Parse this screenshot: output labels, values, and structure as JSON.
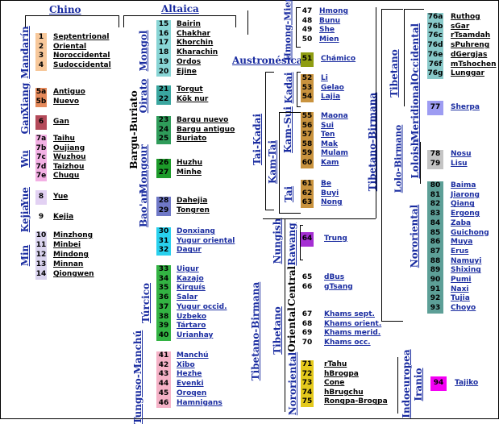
{
  "colors": {
    "link": "#1a2ca0",
    "black": "#000000",
    "mandarin": "#f7c89b",
    "xiang": "#e5895a",
    "gan": "#b44a5a",
    "wu": "#f3b0e4",
    "yue": "#e2d1f3",
    "kejia": "#ffffff",
    "min": "#d9d3ee",
    "mongol": "#88d5d5",
    "oirato": "#3aa69f",
    "buriato": "#2f9c5a",
    "mongour": "#1d9b2a",
    "bao_an": "#6f78c7",
    "turcico_top": "#29d1ee",
    "turcico": "#33b343",
    "tungus": "#f5b2c7",
    "chamico": "#8f9d12",
    "kadai": "#c9933e",
    "rawang": "#a52fd3",
    "tibetan_other": "#c9ec9c",
    "nororiental": "#e4c91c",
    "occidental": "#88c9c9",
    "meridional": "#9d9cf2",
    "loloish": "#c4c4c4",
    "nororiental_tb": "#5d9f97",
    "iranio": "#f400f4"
  },
  "groups": {
    "chino": "Chino",
    "altaica": "Altaica",
    "austronesica": "Austronésica",
    "mandarin": "Mandarín",
    "xiang": "Xiang",
    "gan": "Gan",
    "wu": "Wu",
    "yue": "Yue",
    "kejia": "Kejia",
    "min": "Min",
    "mongol": "Mongol",
    "oirato": "Oirato",
    "bargu_buriato": "Bargu-Buriato",
    "mongour": "Mongour",
    "bao_an": "Bao'an",
    "turcico": "Túrcico",
    "tungus": "Tunguso-Manchú",
    "hmong_mien": "Hmong-Mien",
    "tai_kadai": "Tai-Kadai",
    "kadai": "Kadai",
    "kam_sui": "Kam-Sui",
    "kam_tai": "Kam-Tai",
    "tai": "Tai",
    "tibetano_birmana_left": "Tibetano-Birmana",
    "tibetano_birmana_right": "Tibetano-Birmana",
    "nungish": "Nungish",
    "rawang": "Rawang",
    "tibetano": "Tibetano",
    "central": "Central",
    "oriental": "Oriental",
    "nororiental": "Nororiental",
    "tibetano2": "Tibetano",
    "occidental": "Occidental",
    "meridional": "Meridional",
    "lolo_birmano": "Lolo-Birmano",
    "loloish": "Loloish",
    "nororiental2": "Nororiental",
    "indoeuropea": "Indoeuropea",
    "iranio": "Iranio"
  },
  "items": [
    {
      "n": "1",
      "name": "Septentrional"
    },
    {
      "n": "2",
      "name": "Oriental"
    },
    {
      "n": "3",
      "name": "Noroccidental"
    },
    {
      "n": "4",
      "name": "Sudoccidental"
    },
    {
      "n": "5a",
      "name": "Antiguo"
    },
    {
      "n": "5b",
      "name": "Nuevo"
    },
    {
      "n": "6",
      "name": "Gan"
    },
    {
      "n": "7a",
      "name": "Taihu"
    },
    {
      "n": "7b",
      "name": "Oujiang"
    },
    {
      "n": "7c",
      "name": "Wuzhou"
    },
    {
      "n": "7d",
      "name": "Taizhou"
    },
    {
      "n": "7e",
      "name": "Chugu"
    },
    {
      "n": "8",
      "name": "Yue"
    },
    {
      "n": "9",
      "name": "Kejia"
    },
    {
      "n": "10",
      "name": "Minzhong"
    },
    {
      "n": "11",
      "name": "Minbei"
    },
    {
      "n": "12",
      "name": "Mindong"
    },
    {
      "n": "13",
      "name": "Minnan"
    },
    {
      "n": "14",
      "name": "Qiongwen"
    },
    {
      "n": "15",
      "name": "Bairin"
    },
    {
      "n": "16",
      "name": "Chakhar"
    },
    {
      "n": "17",
      "name": "Khorchin"
    },
    {
      "n": "18",
      "name": "Kharachin"
    },
    {
      "n": "19",
      "name": "Ordos"
    },
    {
      "n": "20",
      "name": "Ejine"
    },
    {
      "n": "21",
      "name": "Torgut"
    },
    {
      "n": "22",
      "name": "Kök nur"
    },
    {
      "n": "23",
      "name": "Bargu nuevo"
    },
    {
      "n": "24",
      "name": "Bargu antiguo"
    },
    {
      "n": "25",
      "name": "Buriato"
    },
    {
      "n": "26",
      "name": "Huzhu"
    },
    {
      "n": "27",
      "name": "Minhe"
    },
    {
      "n": "28",
      "name": "Dahejia"
    },
    {
      "n": "29",
      "name": "Tongren"
    },
    {
      "n": "30",
      "name": "Donxiang"
    },
    {
      "n": "31",
      "name": "Yugur oriental"
    },
    {
      "n": "32",
      "name": "Dagur"
    },
    {
      "n": "33",
      "name": "Uigur"
    },
    {
      "n": "34",
      "name": "Kazajo"
    },
    {
      "n": "35",
      "name": "Kirquís"
    },
    {
      "n": "36",
      "name": "Salar"
    },
    {
      "n": "37",
      "name": "Yugur occid."
    },
    {
      "n": "38",
      "name": "Uzbeko"
    },
    {
      "n": "39",
      "name": "Tártaro"
    },
    {
      "n": "40",
      "name": "Urianhay"
    },
    {
      "n": "41",
      "name": "Manchú"
    },
    {
      "n": "42",
      "name": "Xibo"
    },
    {
      "n": "43",
      "name": "Hezhe"
    },
    {
      "n": "44",
      "name": "Evenki"
    },
    {
      "n": "45",
      "name": "Oroqen"
    },
    {
      "n": "46",
      "name": "Hamnigans"
    },
    {
      "n": "47",
      "name": "Hmong"
    },
    {
      "n": "48",
      "name": "Bunu"
    },
    {
      "n": "49",
      "name": "She"
    },
    {
      "n": "50",
      "name": "Mien"
    },
    {
      "n": "51",
      "name": "Chámico"
    },
    {
      "n": "52",
      "name": "Li"
    },
    {
      "n": "53",
      "name": "Gelao"
    },
    {
      "n": "54",
      "name": "Lajia"
    },
    {
      "n": "55",
      "name": "Maona"
    },
    {
      "n": "56",
      "name": "Sui"
    },
    {
      "n": "57",
      "name": "Ten"
    },
    {
      "n": "58",
      "name": "Mak"
    },
    {
      "n": "59",
      "name": "Mulam"
    },
    {
      "n": "60",
      "name": "Kam"
    },
    {
      "n": "61",
      "name": "Be"
    },
    {
      "n": "62",
      "name": "Buyi"
    },
    {
      "n": "63",
      "name": "Nong"
    },
    {
      "n": "64",
      "name": "Trung"
    },
    {
      "n": "65",
      "name": "dBus"
    },
    {
      "n": "66",
      "name": "gTsang"
    },
    {
      "n": "67",
      "name": "Khams sept."
    },
    {
      "n": "68",
      "name": "Khams orient."
    },
    {
      "n": "69",
      "name": "Khams merid."
    },
    {
      "n": "70",
      "name": "Khams occ."
    },
    {
      "n": "71",
      "name": "rTahu"
    },
    {
      "n": "72",
      "name": "hBrogpa"
    },
    {
      "n": "73",
      "name": "Cone"
    },
    {
      "n": "74",
      "name": "hBrugchu"
    },
    {
      "n": "75",
      "name": "Rongpa-Brogpa"
    },
    {
      "n": "76a",
      "name": "Ruthog"
    },
    {
      "n": "76b",
      "name": "sGar"
    },
    {
      "n": "76c",
      "name": "rTsamdah"
    },
    {
      "n": "76d",
      "name": "sPuhreng"
    },
    {
      "n": "76e",
      "name": "dGergjas"
    },
    {
      "n": "76f",
      "name": "mTshochen"
    },
    {
      "n": "76g",
      "name": "Lunggar"
    },
    {
      "n": "77",
      "name": "Sherpa"
    },
    {
      "n": "78",
      "name": "Nosu"
    },
    {
      "n": "79",
      "name": "Lisu"
    },
    {
      "n": "80",
      "name": "Baima"
    },
    {
      "n": "81",
      "name": "Jiarong"
    },
    {
      "n": "82",
      "name": "Qiang"
    },
    {
      "n": "83",
      "name": "Ergong"
    },
    {
      "n": "84",
      "name": "Zaba"
    },
    {
      "n": "85",
      "name": "Guichong"
    },
    {
      "n": "86",
      "name": "Muya"
    },
    {
      "n": "87",
      "name": "Erus"
    },
    {
      "n": "88",
      "name": "Namuyi"
    },
    {
      "n": "89",
      "name": "Shixing"
    },
    {
      "n": "90",
      "name": "Pumi"
    },
    {
      "n": "91",
      "name": "Naxi"
    },
    {
      "n": "92",
      "name": "Tujia"
    },
    {
      "n": "93",
      "name": "Choyo"
    },
    {
      "n": "94",
      "name": "Tajiko"
    }
  ]
}
